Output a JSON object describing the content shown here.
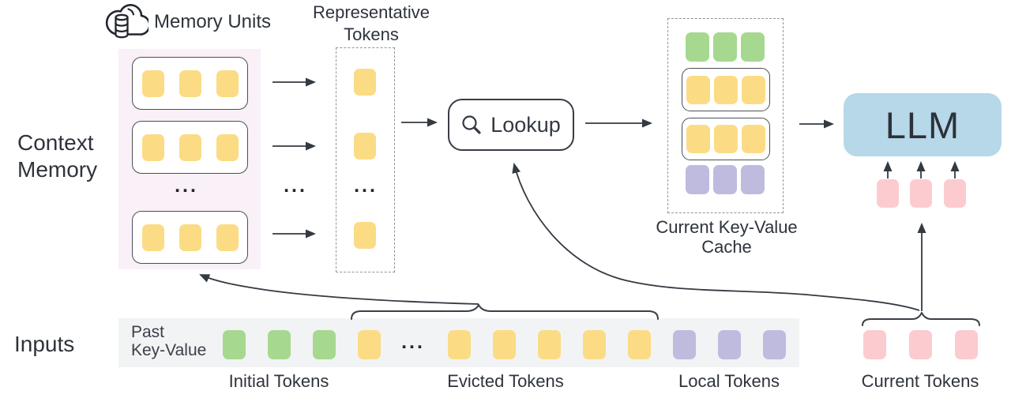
{
  "figure": {
    "type": "architecture-diagram",
    "description_visible_text_only": true
  },
  "labels": {
    "memory_units": "Memory Units",
    "context_memory": "Context\nMemory",
    "representative_tokens": "Representative\nTokens",
    "lookup": "Lookup",
    "current_kv_cache": "Current Key-Value\nCache",
    "llm": "LLM",
    "inputs": "Inputs",
    "past_key_value": "Past\nKey-Value",
    "initial_tokens": "Initial Tokens",
    "evicted_tokens": "Evicted Tokens",
    "local_tokens": "Local Tokens",
    "current_tokens": "Current Tokens",
    "ellipsis": "..."
  },
  "colors": {
    "token_yellow": "#FBDC85",
    "token_green": "#A6D88F",
    "token_purple": "#BEBBDF",
    "token_pink": "#FBCBD0",
    "llm_blue": "#B6D8E9",
    "memory_bg": "#FAF0F7",
    "bar_bg": "#F2F3F4",
    "text_dark": "#2E333B",
    "line": "#343A42",
    "border_dark": "#4A4F57",
    "dashed_border": "#8F959B"
  },
  "structure": {
    "context_memory": {
      "visible_units": 3,
      "tokens_per_unit": 3,
      "has_ellipsis_between_last_units": true
    },
    "representative_tokens": {
      "visible_tokens": 3,
      "has_ellipsis": true,
      "one_token_per_memory_unit": true
    },
    "current_kv_cache_rows": [
      {
        "color": "green",
        "tokens": 3,
        "boxed": false
      },
      {
        "color": "yellow",
        "tokens": 3,
        "boxed": true
      },
      {
        "color": "yellow",
        "tokens": 3,
        "boxed": true
      },
      {
        "color": "purple",
        "tokens": 3,
        "boxed": false
      }
    ],
    "input_bar": {
      "initial_green_tokens": 3,
      "evicted_yellow_tokens_before_ellipsis": 1,
      "evicted_yellow_tokens_after_ellipsis": 5,
      "local_purple_tokens": 3,
      "current_pink_tokens": 3
    },
    "llm_input_pink_tokens": 3
  }
}
